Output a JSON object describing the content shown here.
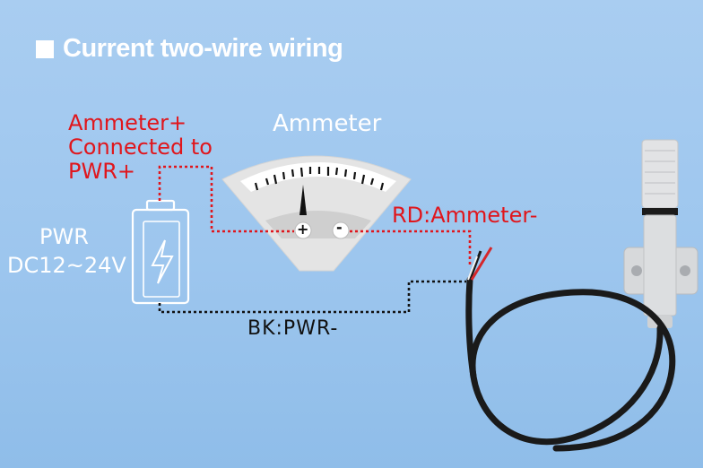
{
  "title": "Current two-wire wiring",
  "labels": {
    "ammeter_plus_line1": "Ammeter+",
    "ammeter_plus_line2": "Connected to",
    "ammeter_plus_line3": "PWR+",
    "ammeter_title": "Ammeter",
    "pwr_line1": "PWR",
    "pwr_line2": "DC12~24V",
    "rd_label": "RD:Ammeter-",
    "bk_label": "BK:PWR-",
    "terminal_plus": "+",
    "terminal_minus": "-"
  },
  "colors": {
    "background": "#a3c9ef",
    "red_wire": "#e0161c",
    "black_wire": "#111111",
    "white": "#ffffff",
    "meter_face": "#e2e2e2"
  }
}
